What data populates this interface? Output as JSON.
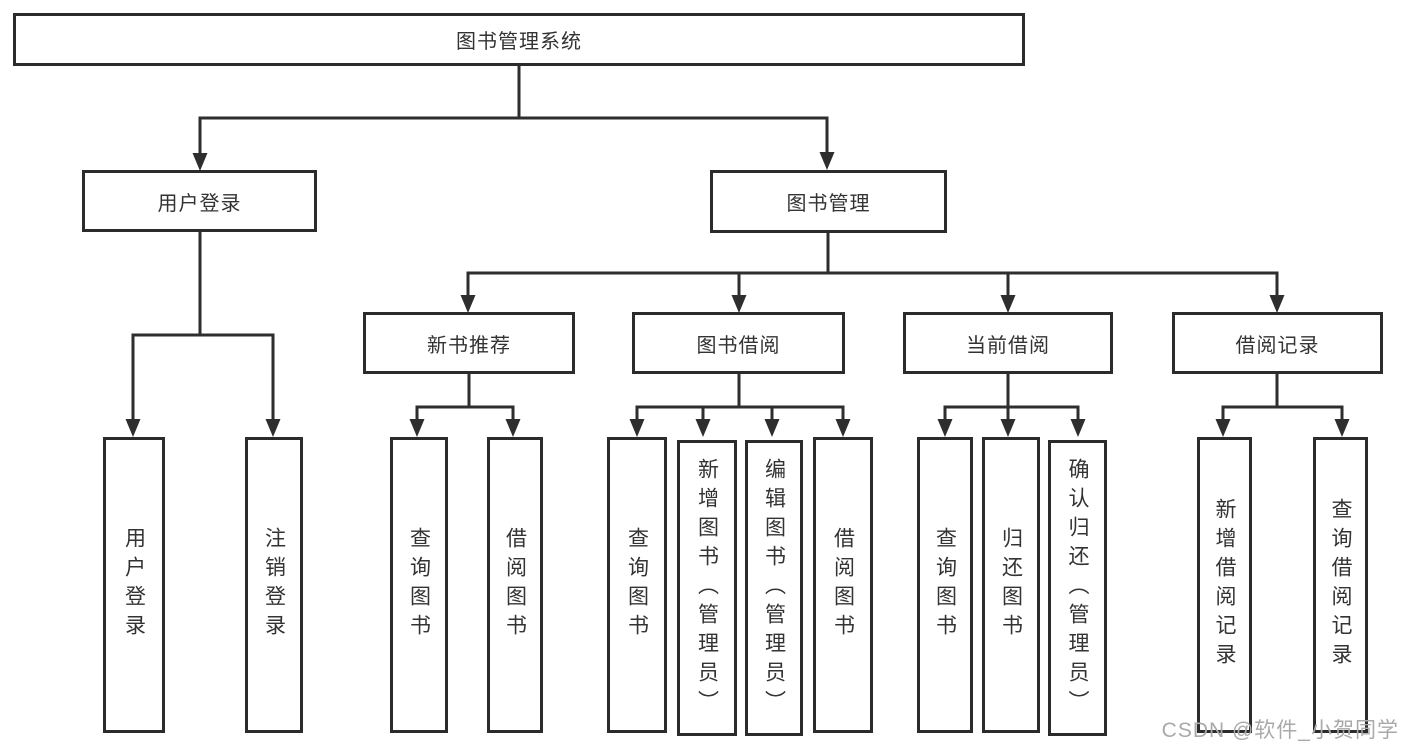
{
  "tree": {
    "label": "图书管理系统",
    "children": [
      {
        "label": "用户登录",
        "children": [
          {
            "label": "用户登录"
          },
          {
            "label": "注销登录"
          }
        ]
      },
      {
        "label": "图书管理",
        "children": [
          {
            "label": "新书推荐",
            "children": [
              {
                "label": "查询图书"
              },
              {
                "label": "借阅图书"
              }
            ]
          },
          {
            "label": "图书借阅",
            "children": [
              {
                "label": "查询图书"
              },
              {
                "label": "新增图书（管理员）"
              },
              {
                "label": "编辑图书（管理员）"
              },
              {
                "label": "借阅图书"
              }
            ]
          },
          {
            "label": "当前借阅",
            "children": [
              {
                "label": "查询图书"
              },
              {
                "label": "归还图书"
              },
              {
                "label": "确认归还（管理员）"
              }
            ]
          },
          {
            "label": "借阅记录",
            "children": [
              {
                "label": "新增借阅记录"
              },
              {
                "label": "查询借阅记录"
              }
            ]
          }
        ]
      }
    ]
  },
  "watermark": {
    "text": "CSDN @软件_小贺同学"
  },
  "colors": {
    "line": "#2e2e2e",
    "box_border": "#2b2b2b",
    "text": "#333333",
    "watermark": "#a9a9a9",
    "background": "#ffffff"
  }
}
